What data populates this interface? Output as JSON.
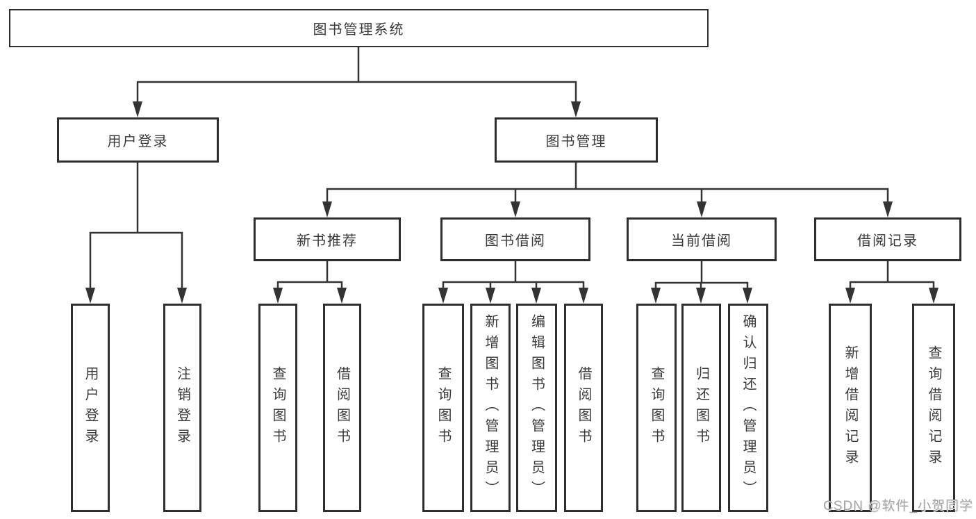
{
  "diagram": {
    "title": "图书管理系统",
    "root": {
      "label": "图书管理系统"
    },
    "level2": {
      "user_login": {
        "label": "用户登录"
      },
      "book_manage": {
        "label": "图书管理"
      }
    },
    "level3": {
      "new_book_rec": {
        "label": "新书推荐"
      },
      "book_borrow": {
        "label": "图书借阅"
      },
      "current_borrow": {
        "label": "当前借阅"
      },
      "borrow_record": {
        "label": "借阅记录"
      }
    },
    "leaves": {
      "user_login": [
        "用户登录",
        "注销登录"
      ],
      "new_book_rec": [
        "查询图书",
        "借阅图书"
      ],
      "book_borrow": [
        "查询图书",
        "新增图书（管理员）",
        "编辑图书（管理员）",
        "借阅图书"
      ],
      "current_borrow": [
        "查询图书",
        "归还图书",
        "确认归还（管理员）"
      ],
      "borrow_record": [
        "新增借阅记录",
        "查询借阅记录"
      ]
    },
    "colors": {
      "line": "#333333",
      "box_border": "#2e2e2e",
      "text": "#3a3a3a",
      "watermark": "#a6a6a6"
    }
  },
  "watermark": {
    "text": "CSDN @软件_小贺同学"
  }
}
